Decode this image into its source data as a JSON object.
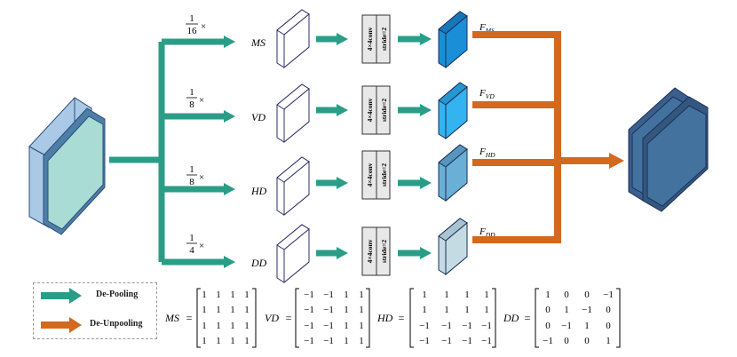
{
  "branches": [
    {
      "id": "ms",
      "frac_num": "1",
      "frac_den": "16",
      "times": "×",
      "label": "MS",
      "conv": "4×4conv",
      "stride": "stride=2",
      "feature_base": "F",
      "feature_sub": "MS"
    },
    {
      "id": "vd",
      "frac_num": "1",
      "frac_den": "8",
      "times": "×",
      "label": "VD",
      "conv": "4×4conv",
      "stride": "stride=2",
      "feature_base": "F",
      "feature_sub": "VD"
    },
    {
      "id": "hd",
      "frac_num": "1",
      "frac_den": "8",
      "times": "×",
      "label": "HD",
      "conv": "4×4conv",
      "stride": "stride=2",
      "feature_base": "F",
      "feature_sub": "HD"
    },
    {
      "id": "dd",
      "frac_num": "1",
      "frac_den": "4",
      "times": "×",
      "label": "DD",
      "conv": "4×4conv",
      "stride": "stride=2",
      "feature_base": "F",
      "feature_sub": "DD"
    }
  ],
  "legend": {
    "depooling": "De-Pooling",
    "deunpooling": "De-Unpooling"
  },
  "matrices": [
    {
      "name": "MS",
      "eq": "=",
      "rows": [
        [
          "1",
          "1",
          "1",
          "1"
        ],
        [
          "1",
          "1",
          "1",
          "1"
        ],
        [
          "1",
          "1",
          "1",
          "1"
        ],
        [
          "1",
          "1",
          "1",
          "1"
        ]
      ]
    },
    {
      "name": "VD",
      "eq": "=",
      "rows": [
        [
          "−1",
          "−1",
          "1",
          "1"
        ],
        [
          "−1",
          "−1",
          "1",
          "1"
        ],
        [
          "−1",
          "−1",
          "1",
          "1"
        ],
        [
          "−1",
          "−1",
          "1",
          "1"
        ]
      ]
    },
    {
      "name": "HD",
      "eq": "=",
      "rows": [
        [
          "1",
          "1",
          "1",
          "1"
        ],
        [
          "1",
          "1",
          "1",
          "1"
        ],
        [
          "−1",
          "−1",
          "−1",
          "−1"
        ],
        [
          "−1",
          "−1",
          "−1",
          "−1"
        ]
      ]
    },
    {
      "name": "DD",
      "eq": "=",
      "rows": [
        [
          "1",
          "0",
          "0",
          "−1"
        ],
        [
          "0",
          "1",
          "−1",
          "0"
        ],
        [
          "0",
          "−1",
          "1",
          "0"
        ],
        [
          "−1",
          "0",
          "0",
          "1"
        ]
      ]
    }
  ],
  "colors": {
    "teal": "#2a9d87",
    "orange": "#d2691e",
    "input_front": "#a8dcd4",
    "input_back": "#a9c9e6",
    "output_front": "#44729e",
    "output_back": "#3a5f8c",
    "cube_ms": "#1a8fd8",
    "cube_vd": "#33b3ef",
    "cube_hd": "#6aafd6",
    "cube_dd": "#c4dbe4"
  }
}
